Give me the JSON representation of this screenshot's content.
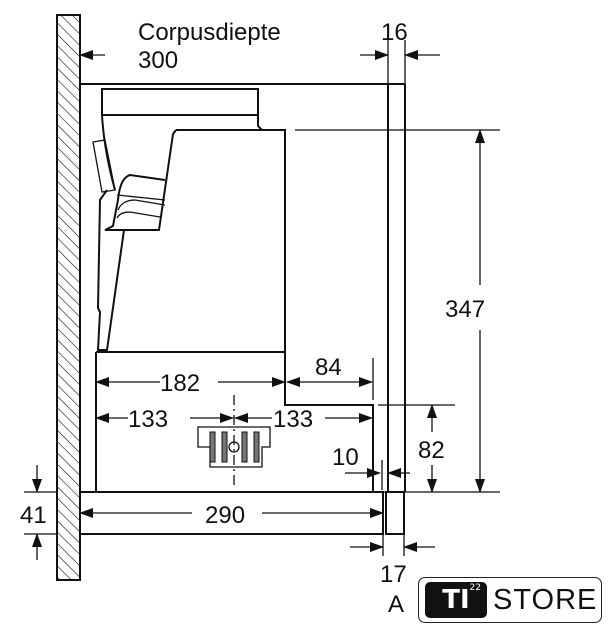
{
  "labels": {
    "depth_title": "Corpusdiepte",
    "depth_value": "300",
    "panel_thickness": "16",
    "height": "347",
    "width_182": "182",
    "width_84": "84",
    "left_133": "133",
    "right_133": "133",
    "height_82": "82",
    "gap_10": "10",
    "bottom_290": "290",
    "bottom_41": "41",
    "front_17": "17",
    "view_label": "A"
  },
  "logo": {
    "mark": "TI",
    "superscript": "22",
    "text": "STORE"
  },
  "colors": {
    "line": "#111111",
    "background": "#ffffff"
  }
}
